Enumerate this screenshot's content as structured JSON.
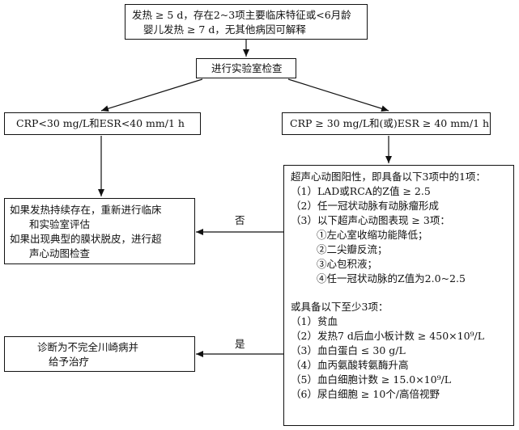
{
  "top_box": {
    "line1": "发热 ≥ 5 d，存在2~3项主要临床特征或<6月龄",
    "line2": "婴儿发热 ≥ 7 d，无其他病因可解释"
  },
  "lab_box": {
    "label": "进行实验室检查"
  },
  "left_branch": {
    "label": "CRP<30 mg/L和ESR<40 mm/1 h"
  },
  "right_branch": {
    "label": "CRP ≥ 30 mg/L和(或)ESR ≥ 40 mm/1 h"
  },
  "reeval_box": {
    "lines": [
      "如果发热持续存在，重新进行临床",
      "和实验室评估",
      "如果出现典型的膜状脱皮，进行超",
      "声心动图检查"
    ]
  },
  "criteria_box": {
    "heading1": "超声心动图阳性，即具备以下3项中的1项：",
    "items1": [
      "（1）LAD或RCA的Z值 ≥ 2.5",
      "（2）任一冠状动脉有动脉瘤形成",
      "（3）以下超声心动图表现 ≥ 3项："
    ],
    "subitems": [
      "①左心室收缩功能降低；",
      "②二尖瓣反流；",
      "③心包积液；",
      "④任一冠状动脉的Z值为2.0~2.5"
    ],
    "heading2": "或具备以下至少3项：",
    "items2": [
      "（1）贫血",
      "（2）发热7 d后血小板计数 ≥ 450×10⁹/L",
      "（3）血白蛋白 ≤ 30 g/L",
      "（4）血丙氨酸转氨酶升高",
      "（5）血白细胞计数 ≥ 15.0×10⁹/L",
      "（6）尿白细胞 ≥ 10个/高倍视野"
    ]
  },
  "diagnosis_box": {
    "lines": [
      "诊断为不完全川崎病并",
      "给予治疗"
    ]
  },
  "edge_labels": {
    "no": "否",
    "yes": "是"
  }
}
